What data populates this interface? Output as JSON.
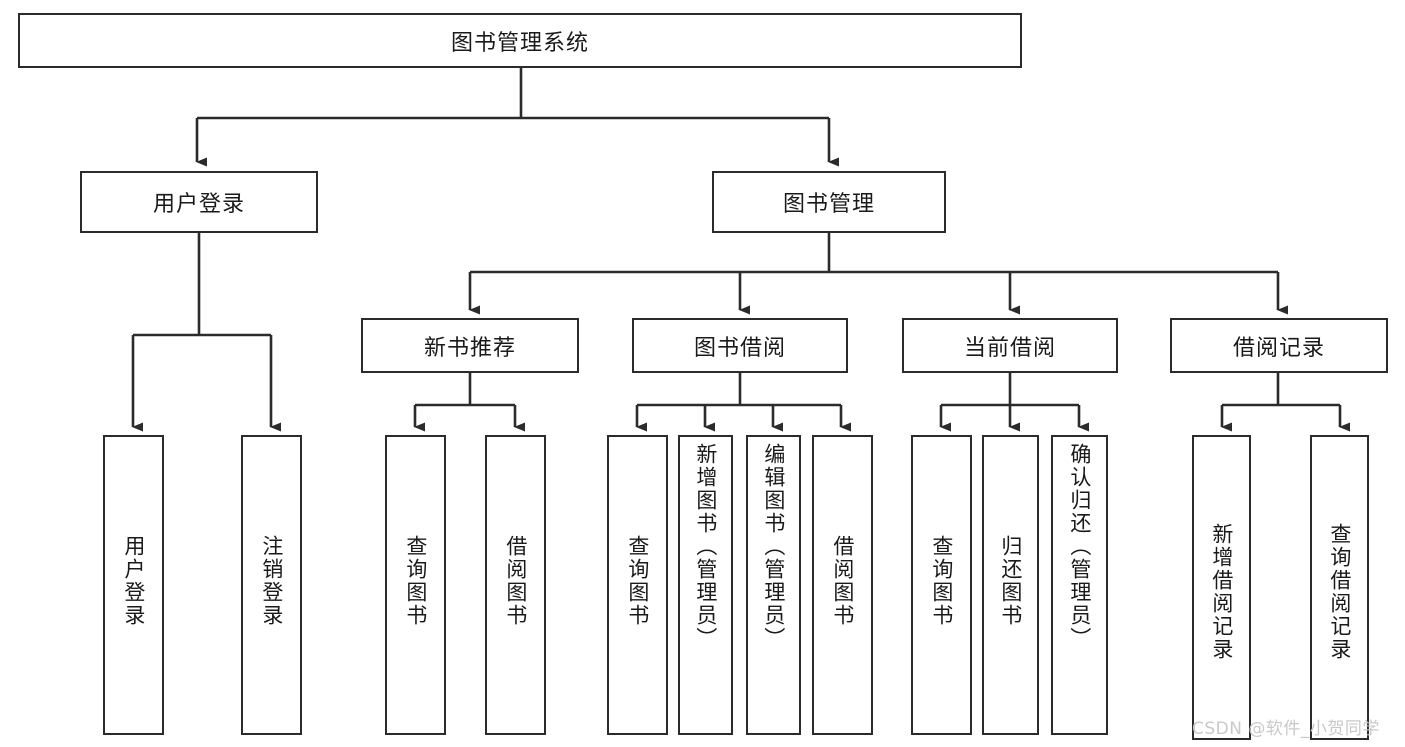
{
  "diagram": {
    "title": "图书管理系统",
    "type": "tree-hierarchy",
    "orientation": "top-down",
    "box_fill": "#ffffff",
    "box_stroke": "#2b2b2b",
    "edge_color": "#2b2b2b",
    "background": "#ffffff"
  },
  "root": {
    "label": "图书管理系统"
  },
  "level2": [
    {
      "label": "用户登录"
    },
    {
      "label": "图书管理"
    }
  ],
  "level3": [
    {
      "label": "新书推荐"
    },
    {
      "label": "图书借阅"
    },
    {
      "label": "当前借阅"
    },
    {
      "label": "借阅记录"
    }
  ],
  "leaves": {
    "user_login": [
      {
        "label": "用户登录"
      },
      {
        "label": "注销登录"
      }
    ],
    "new_book_recommend": [
      {
        "label": "查询图书"
      },
      {
        "label": "借阅图书"
      }
    ],
    "book_borrow": [
      {
        "label": "查询图书"
      },
      {
        "label": "新增图书（管理员）"
      },
      {
        "label": "编辑图书（管理员）"
      },
      {
        "label": "借阅图书"
      }
    ],
    "current_borrow": [
      {
        "label": "查询图书"
      },
      {
        "label": "归还图书"
      },
      {
        "label": "确认归还（管理员）"
      }
    ],
    "borrow_record": [
      {
        "label": "新增借阅记录"
      },
      {
        "label": "查询借阅记录"
      }
    ]
  },
  "watermark": {
    "text": "CSDN @软件_小贺同学",
    "color": "#c9c9c9"
  }
}
